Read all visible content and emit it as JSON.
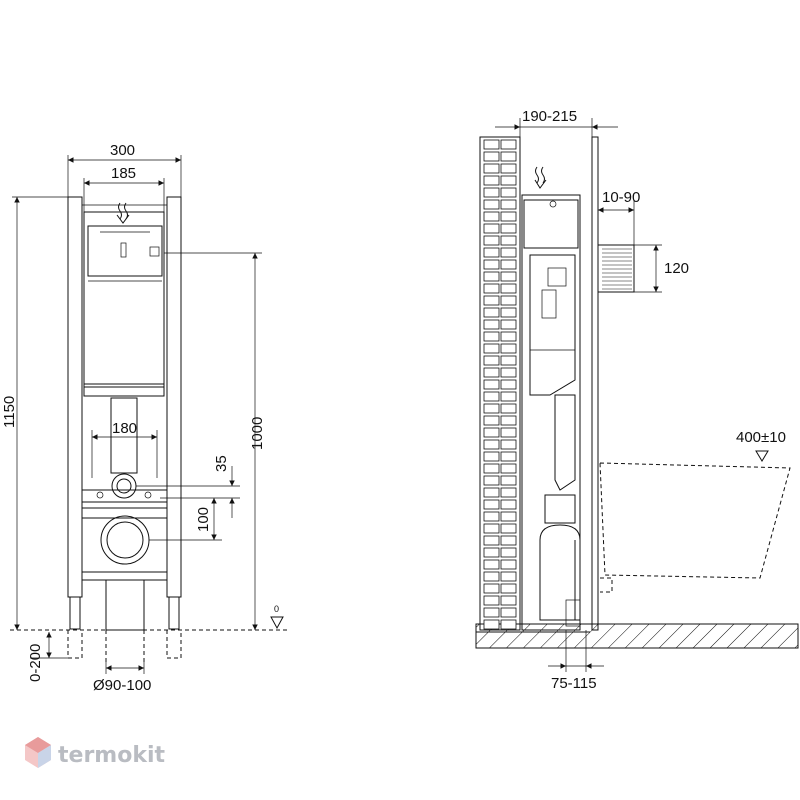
{
  "front_view": {
    "width_total": "300",
    "width_frame": "185",
    "height_total": "1150",
    "height_flush": "1000",
    "drain_spacing": "180",
    "drain_offset": "35",
    "outlet_offset": "100",
    "floor_mark": "0",
    "leg_adjust": "0-200",
    "pipe_diameter": "Ø90-100"
  },
  "side_view": {
    "wall_depth": "190-215",
    "inlet_offset": "10-90",
    "inlet_height": "120",
    "bowl_height": "400±10",
    "floor_offset": "75-115"
  },
  "watermark": {
    "brand": "termokit"
  }
}
